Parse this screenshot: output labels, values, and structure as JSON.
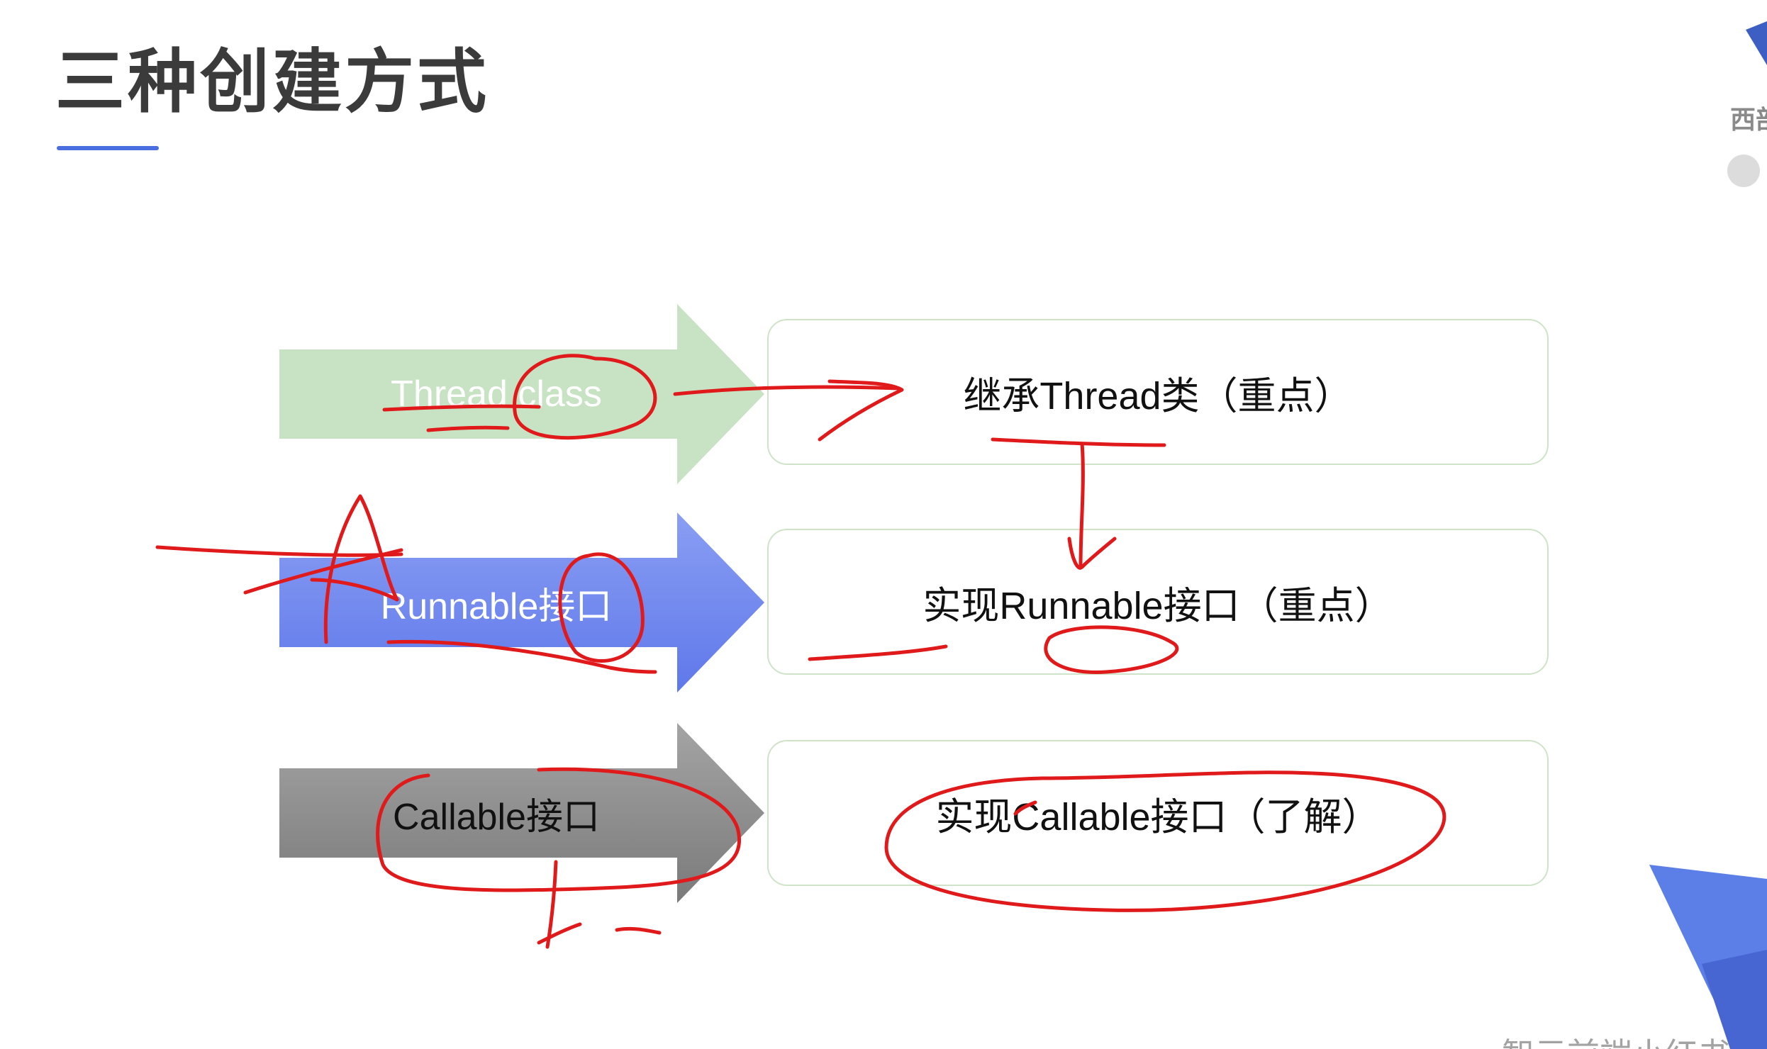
{
  "slide": {
    "title": "三种创建方式",
    "side_text": "西部",
    "watermark": "智元前端小红书"
  },
  "rows": [
    {
      "arrow_label": "Thread class",
      "description": "继承Thread类（重点）",
      "arrow_color": "#c7e3c3"
    },
    {
      "arrow_label": "Runnable接口",
      "description": "实现Runnable接口（重点）",
      "arrow_color": "#6f86ee"
    },
    {
      "arrow_label": "Callable接口",
      "description": "实现Callable接口（了解）",
      "arrow_color": "#8c8c8c"
    }
  ],
  "colors": {
    "title_underline": "#4a6ee0",
    "box_border": "#cfe3c8",
    "annotation_ink": "#e0191b",
    "accent_blue": "#5b7fe6"
  },
  "icons": {
    "logo": "brand-chevron-icon",
    "dot": "status-dot-icon"
  }
}
